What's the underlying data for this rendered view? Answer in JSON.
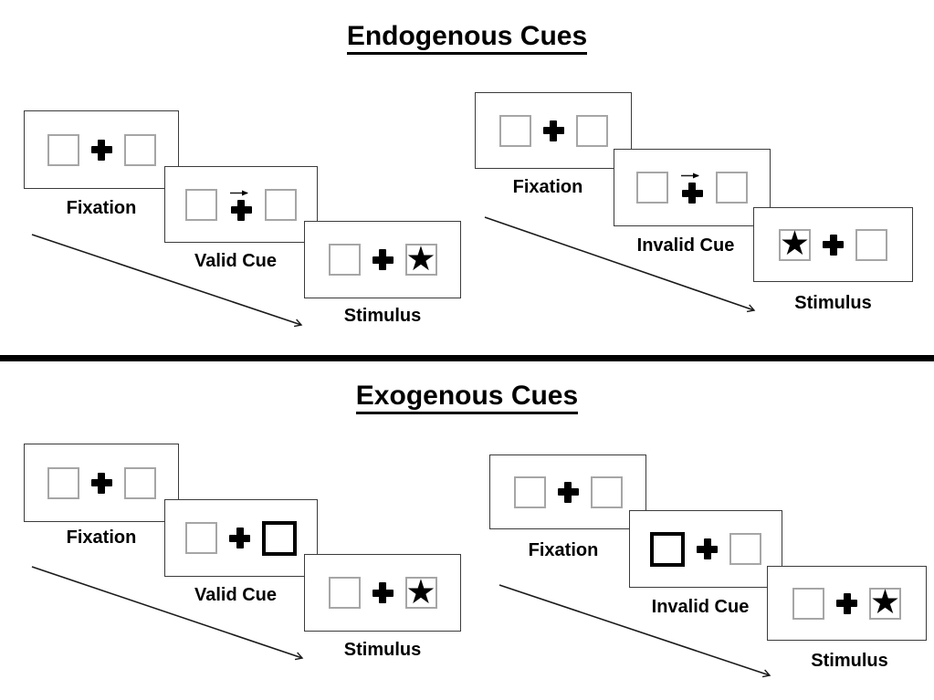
{
  "colors": {
    "ink": "#000000",
    "box_border_gray": "#a6a6a6",
    "panel_border": "#3b3b3b",
    "background": "#ffffff"
  },
  "glyphs": {
    "star": "★"
  },
  "sections": [
    {
      "title": "Endogenous Cues",
      "sequences": [
        {
          "name": "valid",
          "cue_type": "central arrow pointing right above fixation cross",
          "stimulus_side": "right",
          "panels": [
            {
              "label": "Fixation"
            },
            {
              "label": "Valid Cue"
            },
            {
              "label": "Stimulus"
            }
          ]
        },
        {
          "name": "invalid",
          "cue_type": "central arrow pointing right above fixation cross",
          "stimulus_side": "left",
          "panels": [
            {
              "label": "Fixation"
            },
            {
              "label": "Invalid Cue"
            },
            {
              "label": "Stimulus"
            }
          ]
        }
      ]
    },
    {
      "title": "Exogenous Cues",
      "sequences": [
        {
          "name": "valid",
          "cue_type": "right box highlighted with thick black border",
          "stimulus_side": "right",
          "panels": [
            {
              "label": "Fixation"
            },
            {
              "label": "Valid Cue"
            },
            {
              "label": "Stimulus"
            }
          ]
        },
        {
          "name": "invalid",
          "cue_type": "left box highlighted with thick black border",
          "stimulus_side": "right",
          "panels": [
            {
              "label": "Fixation"
            },
            {
              "label": "Invalid Cue"
            },
            {
              "label": "Stimulus"
            }
          ]
        }
      ]
    }
  ]
}
